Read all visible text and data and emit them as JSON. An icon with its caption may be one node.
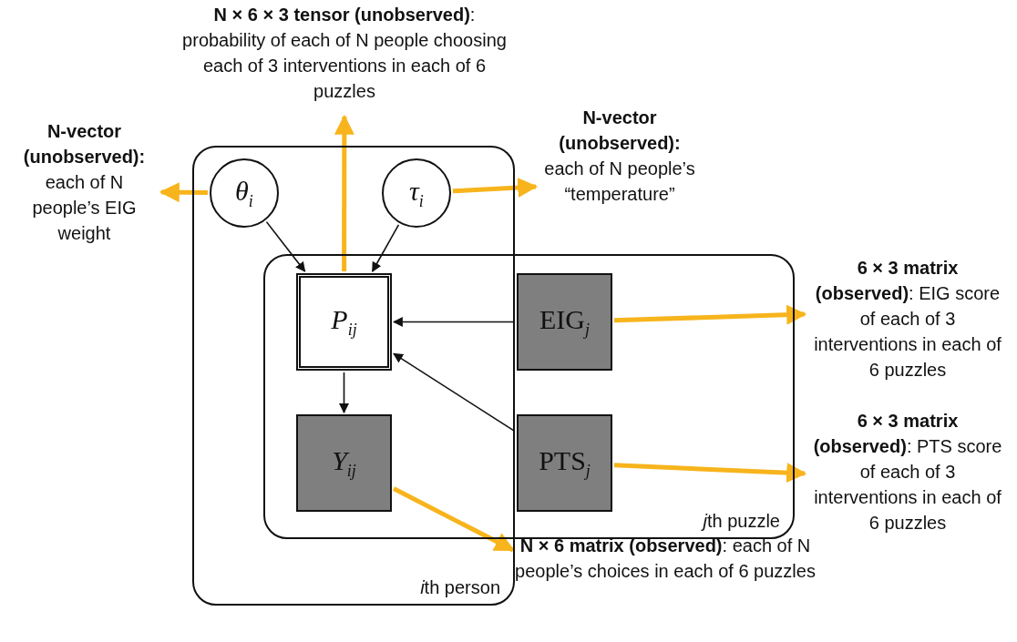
{
  "diagram": {
    "nodes": [
      {
        "text": [
          "ith person"
        ]
      },
      {
        "text": [
          "jth puzzle"
        ]
      },
      {
        "text": [
          "θ$_{i}$"
        ],
        "in": 0
      },
      {
        "text": [
          "τ$_{i}$"
        ],
        "in": 0
      },
      {
        "text": [
          "P$_{ij}$"
        ]
      },
      {
        "text": [
          "EIG$_{j}$"
        ],
        "in": 1
      },
      {
        "text": [
          "Y$_{ij}$"
        ]
      },
      {
        "text": [
          "PTS$_{j}$"
        ],
        "in": 1
      },
      {
        "text": [
          "**N × 6 × 3 tensor (unobserved)**: probability of each of N people choosing each of 3 interventions in each of 6 puzzles"
        ]
      },
      {
        "text": [
          "N-vector (unobserved):",
          "each of N people’s EIG weight"
        ]
      },
      {
        "text": [
          "N-vector (unobserved):",
          "each of N people’s “temperature”"
        ]
      },
      {
        "text": [
          "**6 × 3 matrix (observed)**: EIG score of each of 3 interventions in each of 6 puzzles"
        ]
      },
      {
        "text": [
          "**6 × 3 matrix (observed)**: PTS score of each of 3 interventions in each of 6 puzzles"
        ]
      },
      {
        "text": [
          "**N × 6 matrix (observed)**: each of N people’s choices in each of 6 puzzles"
        ]
      }
    ],
    "edges": [
      {
        "from": 2,
        "to": 4,
        "arrow": "to",
        "color": "#111111"
      },
      {
        "from": 3,
        "to": 4,
        "arrow": "to",
        "color": "#111111"
      },
      {
        "from": 5,
        "to": 4,
        "arrow": "to",
        "color": "#111111"
      },
      {
        "from": 7,
        "to": 4,
        "arrow": "to",
        "color": "#111111"
      },
      {
        "from": 4,
        "to": 6,
        "arrow": "to",
        "color": "#111111"
      },
      {
        "from": 2,
        "to": 9,
        "arrow": "to"
      },
      {
        "from": 4,
        "to": 8,
        "arrow": "to"
      },
      {
        "from": 3,
        "to": 10,
        "arrow": "to"
      },
      {
        "from": 5,
        "to": 11,
        "arrow": "to"
      },
      {
        "from": 7,
        "to": 12,
        "arrow": "to"
      },
      {
        "from": 6,
        "to": 13,
        "arrow": "to"
      }
    ]
  }
}
